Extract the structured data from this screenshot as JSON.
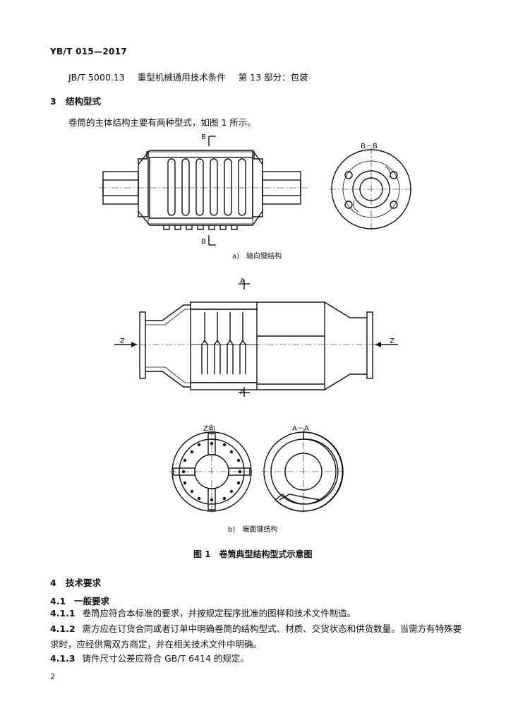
{
  "header": {
    "code": "YB/T 015—2017"
  },
  "reference": {
    "code": "JB/T 5000.13",
    "title": "重型机械通用技术条件",
    "part": "第 13 部分：包装"
  },
  "section3": {
    "number": "3",
    "title": "结构型式",
    "text": "卷筒的主体结构主要有两种型式，如图 1 所示。"
  },
  "figure": {
    "sub_a": {
      "caption": "a)　轴向键结构",
      "section_mark_top": "B",
      "section_mark_bottom": "B",
      "section_view_label": "B－B"
    },
    "sub_b": {
      "caption": "b)　端面键结构",
      "section_mark_top": "A",
      "section_mark_bottom": "A",
      "view_mark_left": "Z",
      "view_mark_right": "Z",
      "end_view_label": "Z向",
      "section_view_label": "A－A"
    },
    "title": "图 1　卷筒典型结构型式示意图"
  },
  "section4": {
    "number": "4",
    "title": "技术要求",
    "sub": {
      "number": "4.1",
      "title": "一般要求"
    },
    "items": [
      {
        "number": "4.1.1",
        "text": "卷筒应符合本标准的要求，并按规定程序批准的图样和技术文件制造。"
      },
      {
        "number": "4.1.2",
        "text": "需方应在订货合同或者订单中明确卷筒的结构型式、材质、交货状态和供货数量。当需方有特殊要求时，应经供需双方商定，并在相关技术文件中明确。"
      },
      {
        "number": "4.1.3",
        "text": "铸件尺寸公差应符合 GB/T 6414 的规定。"
      }
    ]
  },
  "footer": {
    "page_number": "2"
  }
}
